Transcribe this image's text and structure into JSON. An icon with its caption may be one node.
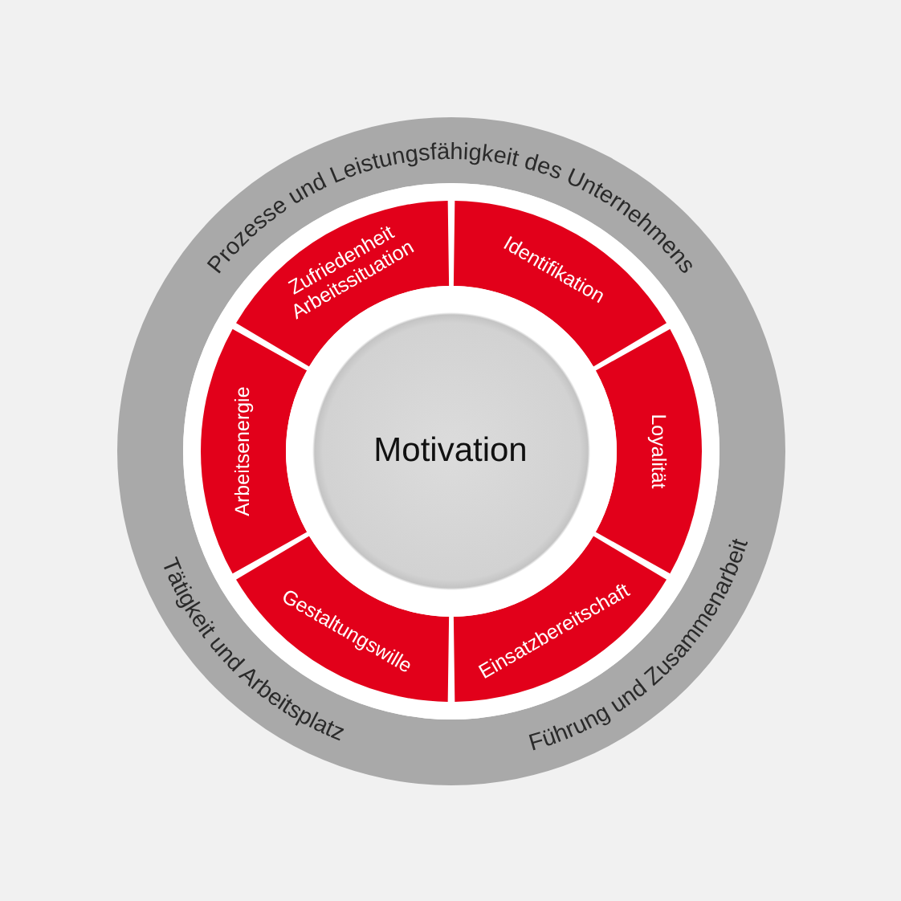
{
  "diagram": {
    "nodes": [
      {
        "text": [
          "Prozesse und Leistungsfähigkeit des Unternehmens",
          "Tätigkeit und Arbeitsplatz",
          "Führung und Zusammenarbeit"
        ]
      },
      {
        "text": [
          "Zufriedenheit Arbeitssituation"
        ],
        "in": 0
      },
      {
        "text": [
          "Identifikation"
        ],
        "in": 0
      },
      {
        "text": [
          "Loyalität"
        ],
        "in": 0
      },
      {
        "text": [
          "Einsatzbereitschaft"
        ],
        "in": 0
      },
      {
        "text": [
          "Gestaltungswille"
        ],
        "in": 0
      },
      {
        "text": [
          "Arbeitsenergie"
        ],
        "in": 0
      },
      {
        "text": [
          "Motivation"
        ],
        "in": 0
      }
    ]
  }
}
